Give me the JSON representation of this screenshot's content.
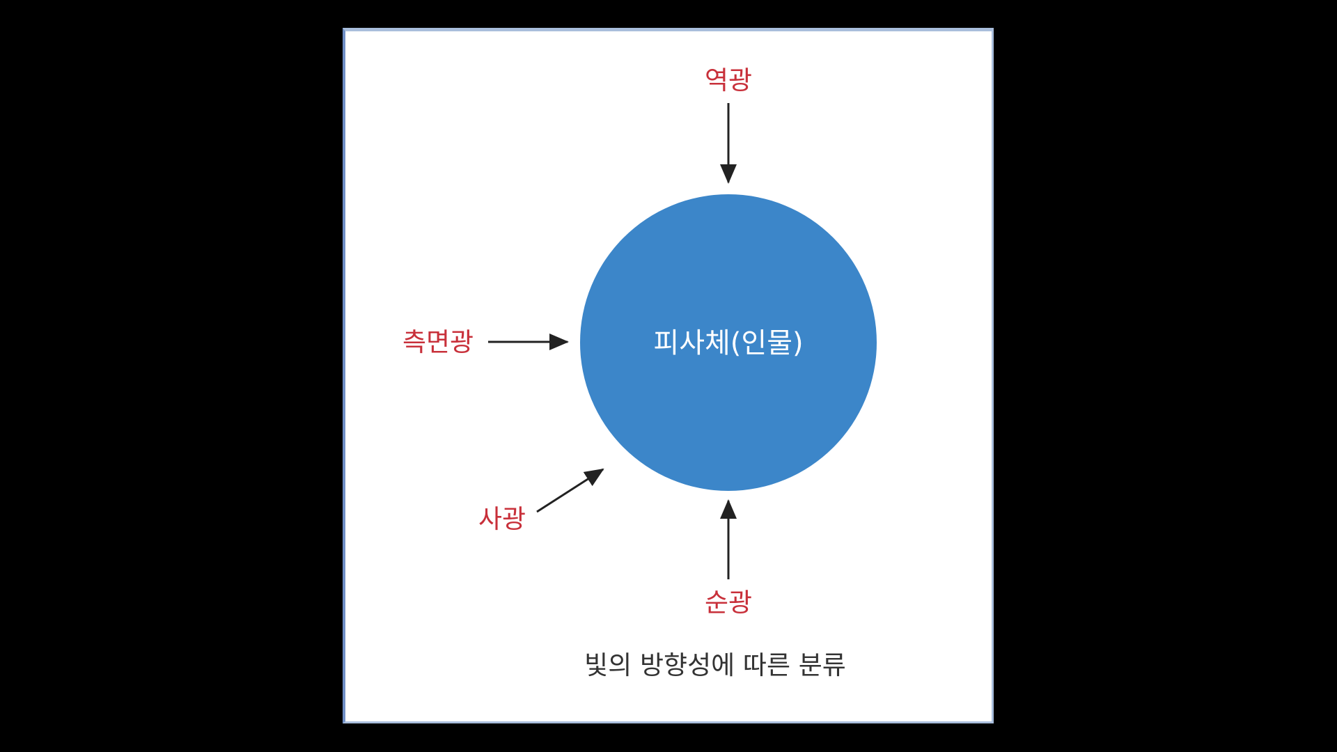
{
  "diagram": {
    "subject": {
      "label": "피사체(인물)",
      "fill_color": "#3c86c9",
      "text_color": "#ffffff"
    },
    "light_types": [
      {
        "id": "back",
        "label": "역광"
      },
      {
        "id": "side",
        "label": "측면광"
      },
      {
        "id": "oblique",
        "label": "사광"
      },
      {
        "id": "front",
        "label": "순광"
      }
    ],
    "label_color": "#c8303a",
    "arrow_color": "#222222",
    "caption": "빛의 방향성에 따른 분류"
  }
}
